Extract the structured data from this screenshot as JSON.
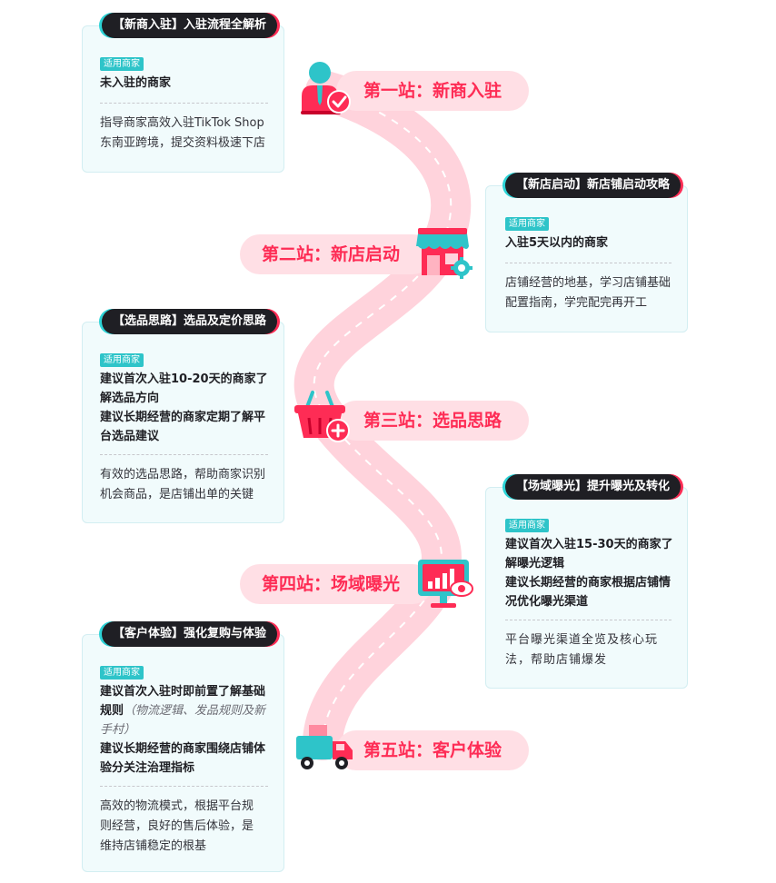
{
  "stations": [
    {
      "label": "第一站：新商入驻",
      "icon": "user-check-icon"
    },
    {
      "label": "第二站：新店启动",
      "icon": "storefront-gear-icon"
    },
    {
      "label": "第三站：选品思路",
      "icon": "shopping-basket-plus-icon"
    },
    {
      "label": "第四站：场域曝光",
      "icon": "monitor-chart-eye-icon"
    },
    {
      "label": "第五站：客户体验",
      "icon": "delivery-truck-icon"
    }
  ],
  "cards": [
    {
      "title": "【新商入驻】入驻流程全解析",
      "badge": "适用商家",
      "audience": [
        "未入驻的商家"
      ],
      "desc": [
        "指导商家高效入驻TikTok Shop",
        "东南亚跨境，提交资料极速下店"
      ]
    },
    {
      "title": "【新店启动】新店铺启动攻略",
      "badge": "适用商家",
      "audience": [
        "入驻5天以内的商家"
      ],
      "desc": [
        "店铺经营的地基，学习店铺基础",
        "配置指南，学完配完再开工"
      ]
    },
    {
      "title": "【选品思路】选品及定价思路",
      "badge": "适用商家",
      "audience": [
        "建议首次入驻10-20天的商家了",
        "解选品方向",
        "建议长期经营的商家定期了解平",
        "台选品建议"
      ],
      "desc": [
        "有效的选品思路，帮助商家识别",
        "机会商品，是店铺出单的关键"
      ]
    },
    {
      "title": "【场域曝光】提升曝光及转化",
      "badge": "适用商家",
      "audience": [
        "建议首次入驻15-30天的商家了",
        "解曝光逻辑",
        "建议长期经营的商家根据店铺情",
        "况优化曝光渠道"
      ],
      "desc": [
        "平台曝光渠道全览及核心玩",
        "法，帮助店铺爆发"
      ]
    },
    {
      "title": "【客户体验】强化复购与体验",
      "badge": "适用商家",
      "audience_a": "建议首次入驻时即前置了解基础",
      "audience_b": "规则",
      "audience_note": "（物流逻辑、发品规则及新",
      "audience_note2": "手村）",
      "audience_c": [
        "建议长期经营的商家围绕店铺体",
        "验分关注治理指标"
      ],
      "desc": [
        "高效的物流模式，根据平台规",
        "则经营，良好的售后体验，是",
        "维持店铺稳定的根基"
      ]
    }
  ],
  "colors": {
    "brand_red": "#fe2c55",
    "brand_cyan": "#2ec4c9",
    "road": "#ffd3dc",
    "card_bg": "#f1fbfc"
  }
}
